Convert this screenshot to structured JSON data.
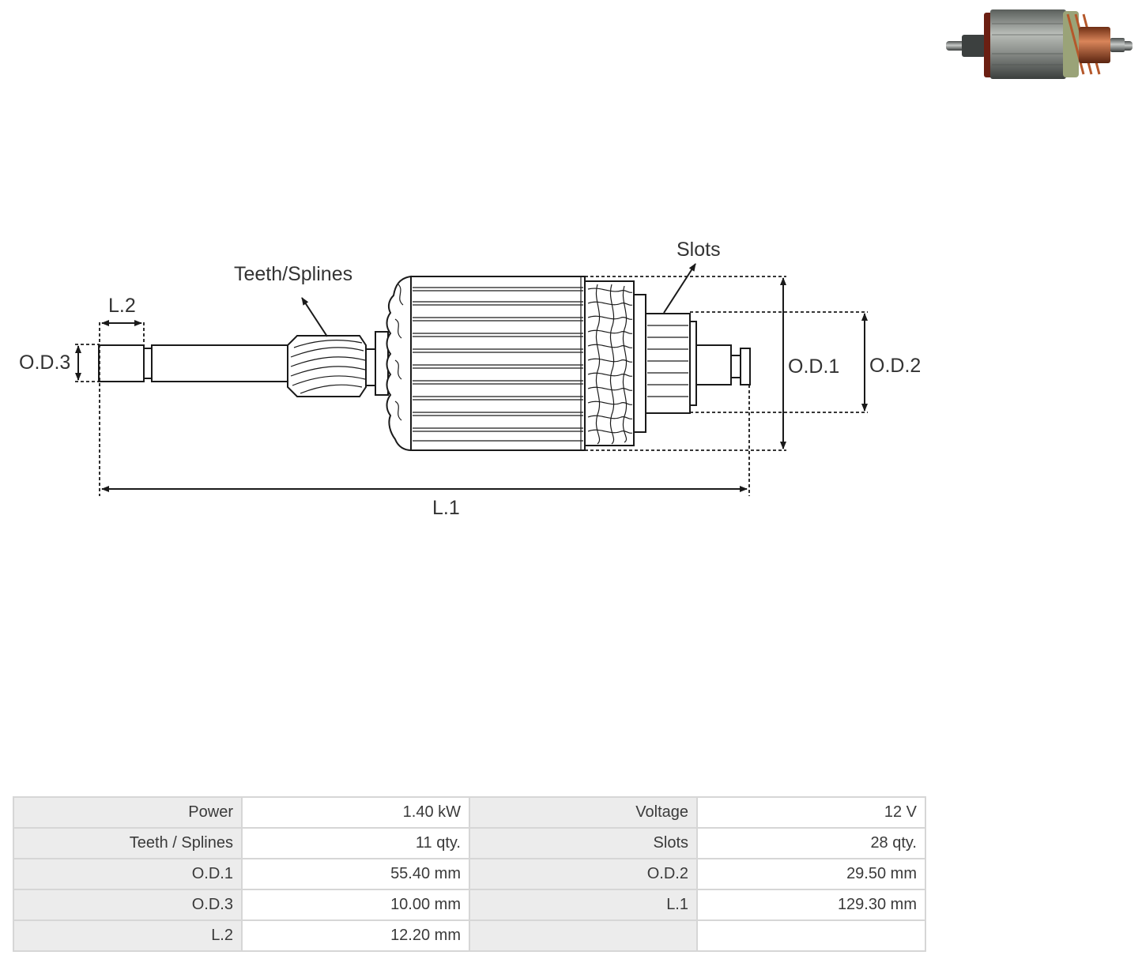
{
  "diagram": {
    "labels": {
      "teeth_splines": "Teeth/Splines",
      "slots": "Slots",
      "l2": "L.2",
      "od3": "O.D.3",
      "od1": "O.D.1",
      "od2": "O.D.2",
      "l1": "L.1"
    },
    "line_color": "#1a1a1a"
  },
  "thumbnail": {
    "icon": "armature-photo",
    "colors": {
      "copper": "#b5582b",
      "steel": "#8a9090",
      "insulation": "#9aa378"
    }
  },
  "specs": {
    "rows": [
      [
        {
          "label": "Power",
          "value": "1.40 kW"
        },
        {
          "label": "Voltage",
          "value": "12 V"
        }
      ],
      [
        {
          "label": "Teeth / Splines",
          "value": "11 qty."
        },
        {
          "label": "Slots",
          "value": "28 qty."
        }
      ],
      [
        {
          "label": "O.D.1",
          "value": "55.40 mm"
        },
        {
          "label": "O.D.2",
          "value": "29.50 mm"
        }
      ],
      [
        {
          "label": "O.D.3",
          "value": "10.00 mm"
        },
        {
          "label": "L.1",
          "value": "129.30 mm"
        }
      ],
      [
        {
          "label": "L.2",
          "value": "12.20 mm"
        },
        {
          "label": "",
          "value": ""
        }
      ]
    ]
  }
}
